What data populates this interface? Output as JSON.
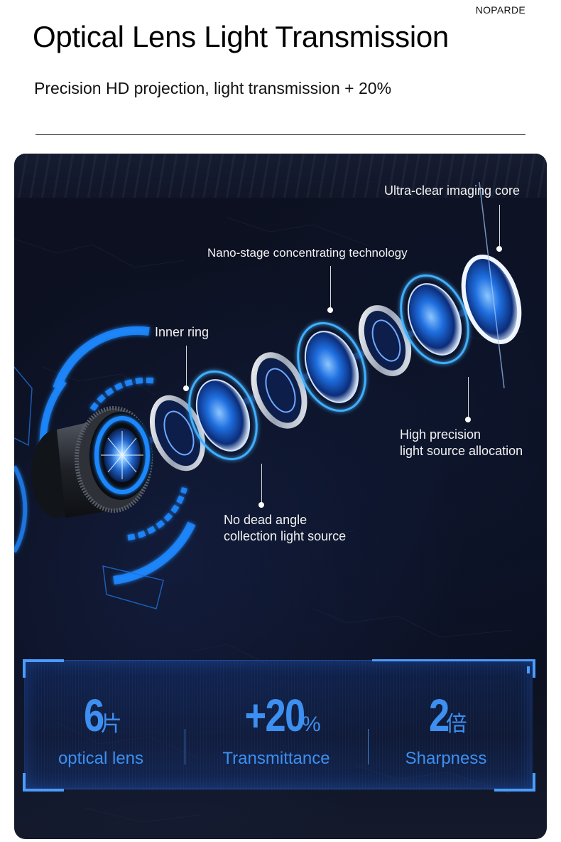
{
  "brand": "NOPARDE",
  "header": {
    "title": "Optical Lens Light Transmission",
    "subtitle": "Precision HD projection, light transmission + 20%"
  },
  "illustration": {
    "description": "Exploded view of a 6-element camera lens assembly with glowing blue rings on a dark textured background",
    "callouts": [
      {
        "id": "ultra-clear",
        "label": "Ultra-clear imaging core"
      },
      {
        "id": "nano-stage",
        "label": "Nano-stage concentrating technology"
      },
      {
        "id": "inner-ring",
        "label": "Inner ring"
      },
      {
        "id": "high-precision",
        "label_line1": "High precision",
        "label_line2": "light source allocation"
      },
      {
        "id": "no-dead-angle",
        "label_line1": "No dead angle",
        "label_line2": "collection light source"
      }
    ]
  },
  "stats": [
    {
      "value": "6",
      "unit": "片",
      "label": "optical lens"
    },
    {
      "value": "+20",
      "unit": "%",
      "label": "Transmittance"
    },
    {
      "value": "2",
      "unit": "倍",
      "label": "Sharpness"
    }
  ],
  "colors": {
    "accent_blue": "#3d8ff0",
    "frame_blue": "#4a9dff",
    "panel_dark": "#0c1020",
    "text_white": "#f2f2f2"
  }
}
